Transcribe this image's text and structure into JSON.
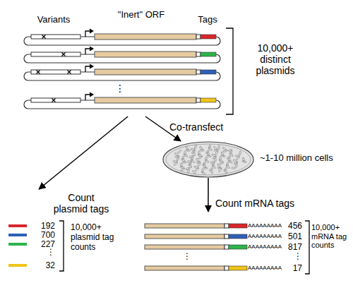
{
  "diagram": {
    "nodes": [
      {
        "text": [
          "10,000+ distinct plasmids"
        ]
      },
      {
        "text": [
          "~1-10 million cells"
        ]
      },
      {
        "text": [
          "10,000+ plasmid tag counts"
        ]
      },
      {
        "text": [
          "10,000+ mRNA tag counts"
        ]
      }
    ],
    "edges": [
      {
        "from": 0,
        "to": 1,
        "arrow": "to",
        "label": "Co-transfect"
      },
      {
        "from": 0,
        "to": 2,
        "arrow": "to",
        "label": "Count plasmid tags"
      },
      {
        "from": 1,
        "to": 3,
        "arrow": "to",
        "label": "Count mRNA tags"
      }
    ],
    "labels": [
      "Variants",
      "\"Inert\" ORF",
      "Tags",
      "⋮",
      "192",
      "700",
      "227",
      "⋮",
      "32",
      "AAAAAAAAA",
      "456",
      "AAAAAAAAA",
      "501",
      "AAAAAAAAA",
      "817",
      "⋮",
      "⋮",
      "AAAAAAAAA",
      "17"
    ]
  }
}
